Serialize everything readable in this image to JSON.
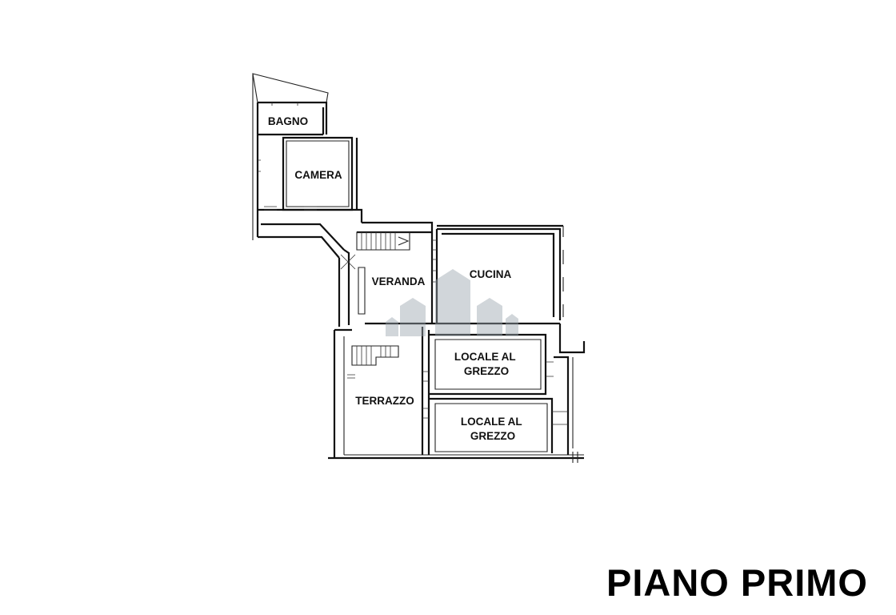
{
  "plan": {
    "title": "PIANO PRIMO",
    "rooms": [
      {
        "key": "bagno",
        "lines": [
          "BAGNO"
        ]
      },
      {
        "key": "camera",
        "lines": [
          "CAMERA"
        ]
      },
      {
        "key": "veranda",
        "lines": [
          "VERANDA"
        ]
      },
      {
        "key": "cucina",
        "lines": [
          "CUCINA"
        ]
      },
      {
        "key": "locale1",
        "lines": [
          "LOCALE AL",
          "GREZZO"
        ]
      },
      {
        "key": "terrazzo",
        "lines": [
          "TERRAZZO"
        ]
      },
      {
        "key": "locale2",
        "lines": [
          "LOCALE AL",
          "GREZZO"
        ]
      }
    ]
  },
  "colors": {
    "ink": "#111111",
    "watermark": "#9aa4ad",
    "background": "#ffffff"
  }
}
